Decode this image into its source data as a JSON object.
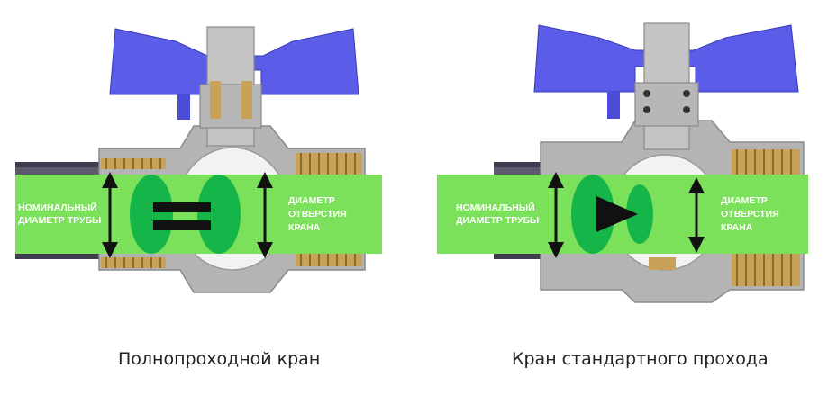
{
  "colors": {
    "flow": "#7be05a",
    "ellipse": "#15b54a",
    "handle": "#5b5ce8",
    "body": "#b4b4b4",
    "brass": "#c9a25a",
    "pipe": "#3e3b4e",
    "arrow": "#111111"
  },
  "diagrams": [
    {
      "id": "full-bore",
      "symbol": "equals",
      "label_left_1": "НОМИНАЛЬНЫЙ",
      "label_left_2": "ДИАМЕТР ТРУБЫ",
      "label_right_1": "ДИАМЕТР",
      "label_right_2": "ОТВЕРСТИЯ",
      "label_right_3": "КРАНА",
      "caption": "Полнопроходной кран"
    },
    {
      "id": "standard-bore",
      "symbol": "arrow-right",
      "label_left_1": "НОМИНАЛЬНЫЙ",
      "label_left_2": "ДИАМЕТР ТРУБЫ",
      "label_right_1": "ДИАМЕТР",
      "label_right_2": "ОТВЕРСТИЯ",
      "label_right_3": "КРАНА",
      "caption": "Кран стандартного прохода"
    }
  ]
}
